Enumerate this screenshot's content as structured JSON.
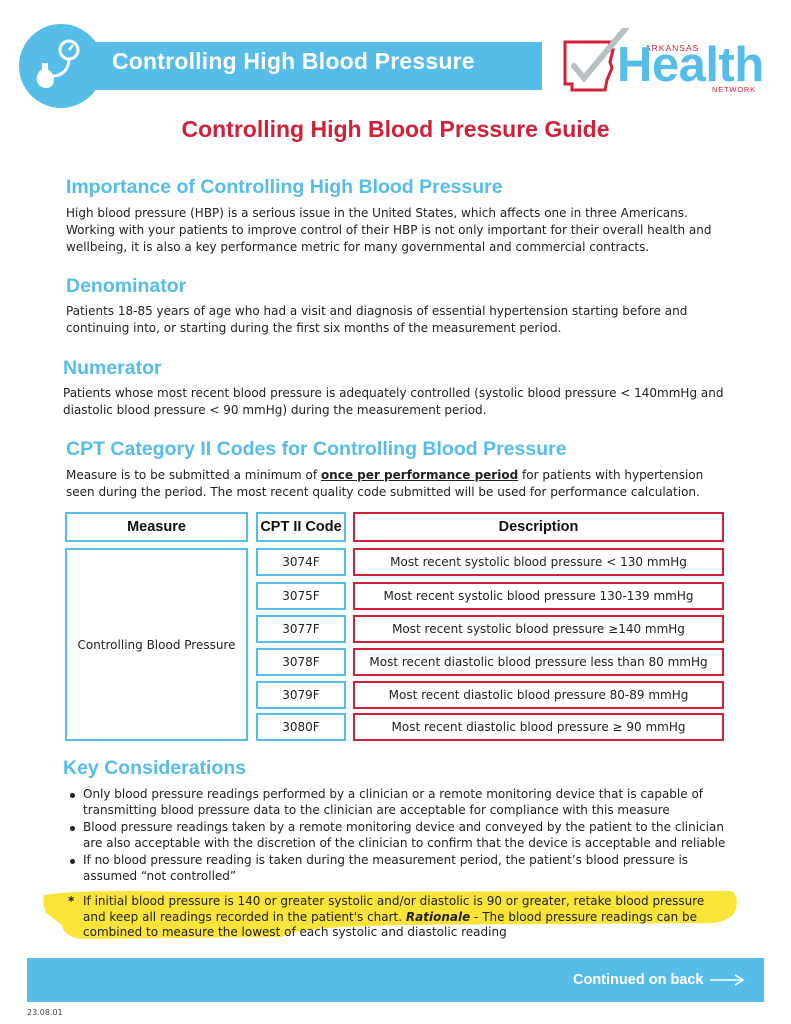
{
  "header": {
    "title": "Controlling High Blood Pressure",
    "logo_top": "ARKANSAS",
    "logo_main": "Health",
    "logo_bottom": "NETWORK"
  },
  "main_title": "Controlling High Blood Pressure Guide",
  "sections": {
    "importance": {
      "heading": "Importance of Controlling High Blood Pressure",
      "text": "High blood pressure (HBP) is a serious issue in the United States, which affects one in three Americans. Working with your patients to improve control of their HBP is not only important for their overall health and wellbeing, it is also a key performance metric for many governmental and commercial contracts."
    },
    "denominator": {
      "heading": "Denominator",
      "text": "Patients 18-85 years of age who had a visit and diagnosis of essential hypertension starting before and continuing into, or starting during the first six months of the measurement period."
    },
    "numerator": {
      "heading": "Numerator",
      "text": "Patients whose most recent blood pressure is adequately controlled (systolic blood pressure < 140mmHg and diastolic blood pressure < 90 mmHg) during the measurement period."
    },
    "cpt": {
      "heading": "CPT Category II Codes for Controlling Blood Pressure",
      "text_before": "Measure is to be submitted a minimum of ",
      "text_emphasis": "once per performance period",
      "text_after": " for patients with hypertension seen during the period. The most recent quality code submitted will be used for performance calculation."
    }
  },
  "table": {
    "headers": {
      "measure": "Measure",
      "code": "CPT II Code",
      "description": "Description"
    },
    "measure_name": "Controlling Blood Pressure",
    "rows": [
      {
        "code": "3074F",
        "description": "Most recent systolic blood pressure < 130 mmHg"
      },
      {
        "code": "3075F",
        "description": "Most recent systolic blood pressure 130-139 mmHg"
      },
      {
        "code": "3077F",
        "description": "Most recent systolic blood pressure ≥140 mmHg"
      },
      {
        "code": "3078F",
        "description": "Most recent diastolic blood pressure less than 80 mmHg"
      },
      {
        "code": "3079F",
        "description": "Most recent diastolic blood pressure 80-89 mmHg"
      },
      {
        "code": "3080F",
        "description": "Most recent diastolic blood pressure ≥ 90 mmHg"
      }
    ]
  },
  "key_considerations": {
    "heading": "Key Considerations",
    "bullets": [
      "Only blood pressure readings performed by a clinician or a remote monitoring device that is capable of transmitting blood pressure data to the clinician are acceptable for compliance with this measure",
      "Blood pressure readings taken by a remote monitoring device and conveyed by the patient to the clinician are also acceptable with the discretion of the clinician to confirm that the device is acceptable and reliable",
      "If no blood pressure reading is taken during the measurement period, the patient’s blood pressure is assumed “not controlled”"
    ],
    "star_marker": "*",
    "star_text_before": "If initial blood pressure is 140 or greater systolic and/or diastolic is 90 or greater, retake blood pressure and keep all readings recorded in the patient's chart. ",
    "star_emphasis": "Rationale",
    "star_text_after": " - The blood pressure readings can be combined to measure the lowest of each systolic and diastolic reading"
  },
  "footer": {
    "continued": "Continued on back",
    "version": "23.08.01"
  },
  "colors": {
    "accent_blue": "#55bde8",
    "accent_red": "#d3203a",
    "highlight_yellow": "#fbe43a"
  }
}
